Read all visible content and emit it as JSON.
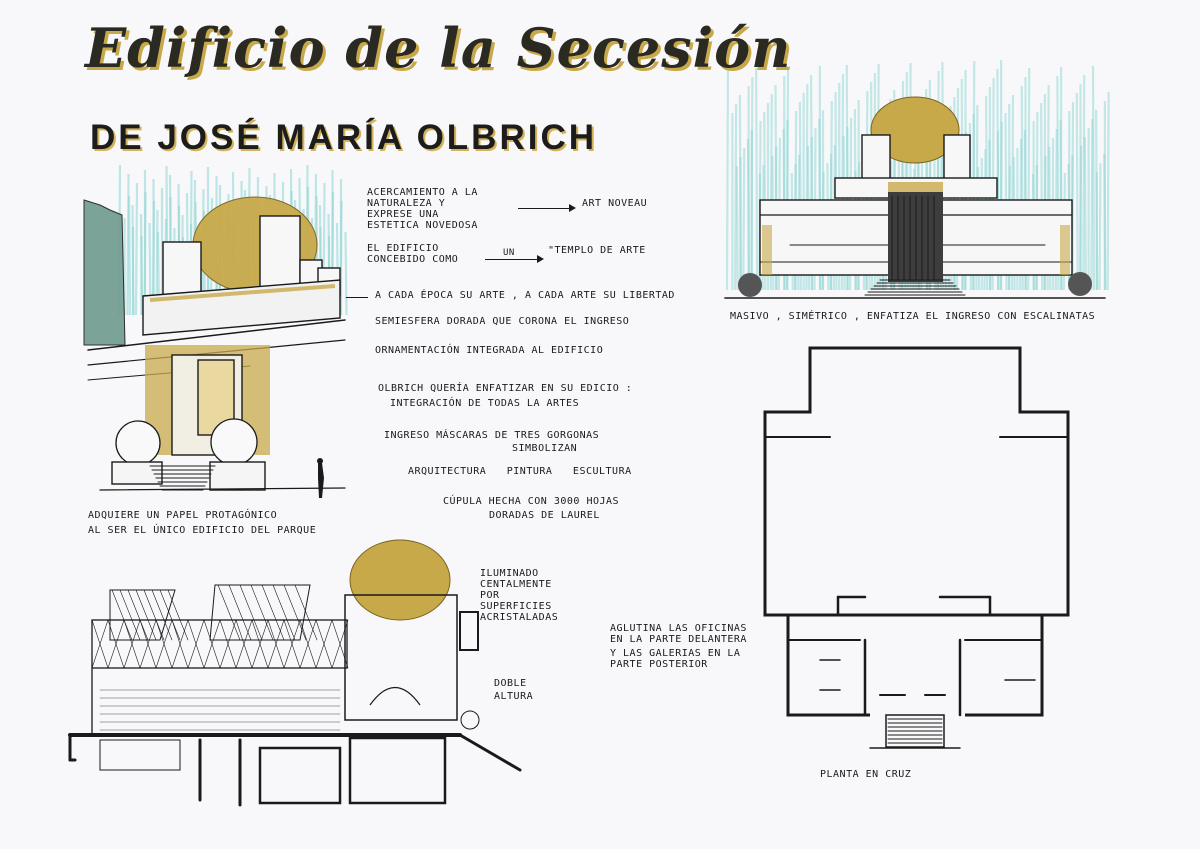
{
  "header": {
    "title": "Edificio de la Secesión",
    "subtitle": "DE JOSÉ MARÍA OLBRICH"
  },
  "notes": {
    "acercamiento": [
      "ACERCAMIENTO A LA",
      "NATURALEZA Y",
      "EXPRESE UNA",
      "ESTETICA NOVEDOSA"
    ],
    "art_noveau": "ART NOVEAU",
    "concebido": [
      "EL EDIFICIO",
      "CONCEBIDO COMO"
    ],
    "un": "UN",
    "templo": "\"TEMPLO de ARTE",
    "a_cada_epoca": "A CADA ÉPOCA SU ARTE , A CADA ARTE SU LIBERTAD",
    "semiesfera": "SEMIESFERA DORADA QUE CORONA EL INGRESO",
    "ornamentacion": "ORNAMENTACIÓN INTEGRADA AL EDIFICIO",
    "olbrich": [
      "OLBRICH QUERÍA ENFATIZAR EN SU EDICIO :",
      "INTEGRACIÓN DE TODAS LA ARTES"
    ],
    "ingreso": [
      "INGRESO MÁSCARAS DE TRES GORGONAS",
      "SIMBOLIZAN"
    ],
    "artes": "ARQUITECTURA PINTURA ESCULTURA",
    "cupula": [
      "CÚPULA HECHA CON 3000 HOJAS",
      "DORADAS DE LAUREL"
    ],
    "adquiere": [
      "ADQUIERE UN PAPEL PROTAGÓNICO",
      "AL SER EL ÚNICO EDIFICIO DEL PARQUE"
    ],
    "masivo": "MASIVO , SIMÉTRICO , ENFATIZA EL INGRESO CON ESCALINATAS",
    "iluminado": [
      "ILUMINADO",
      "CENTALMENTE",
      "POR",
      "SUPERFICIES",
      "ACRISTALADAS"
    ],
    "doble_altura": [
      "DOBLE",
      "ALTURA"
    ],
    "aglutina": [
      "AGLUTINA LAS OFICINAS",
      "EN LA PARTE DELANTERA",
      "Y LAS GALERIAS EN LA",
      "PARTE POSTERIOR"
    ],
    "planta": "PLANTA EN CRUZ"
  },
  "drawings": {
    "perspective": "perspective-sketch",
    "elevation": "front-elevation-sketch",
    "section": "section-sketch",
    "plan": "cross-plan"
  },
  "colors": {
    "gold": "#c8a94a",
    "turquoise": "#8fd6d4",
    "ink": "#1a1a1a",
    "paper": "#f8f8fa"
  }
}
